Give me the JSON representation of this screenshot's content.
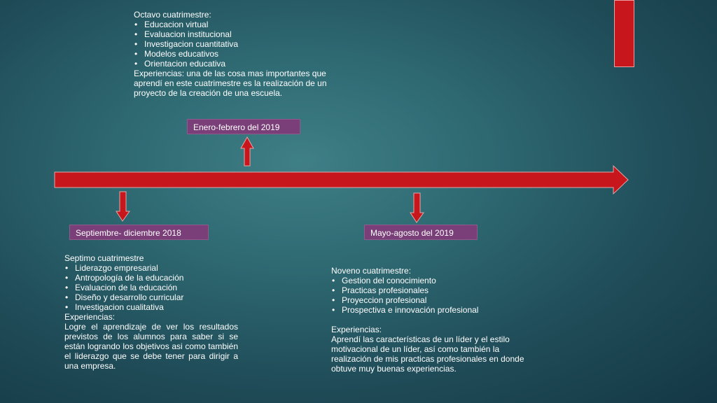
{
  "timeline": {
    "dates": {
      "top": "Enero-febrero del 2019",
      "left": "Septiembre- diciembre 2018",
      "right": "Mayo-agosto del 2019"
    }
  },
  "octavo": {
    "title": "Octavo cuatrimestre:",
    "items": [
      "Educacion virtual",
      "Evaluacion institucional",
      "Investigacion cuantitativa",
      "Modelos educativos",
      "Orientacion educativa"
    ],
    "experience_lines": [
      "Experiencias: una de las cosa mas importantes que",
      "aprendí en este cuatrimestre es la realización de un",
      "proyecto  de la creación de una escuela."
    ]
  },
  "septimo": {
    "title": "Septimo cuatrimestre",
    "items": [
      "Liderazgo empresarial",
      "Antropología de la educación",
      "Evaluacion de la educación",
      "Diseño y desarrollo curricular",
      "Investigacion cualitativa"
    ],
    "experience_label": "Experiencias:",
    "experience_text": "Logre el aprendizaje de ver los resultados previstos de los alumnos  para saber si se están logrando los objetivos asi como también el liderazgo que se debe tener para dirigir a una empresa."
  },
  "noveno": {
    "title": "Noveno  cuatrimestre:",
    "items": [
      "Gestion del conocimiento",
      "Practicas profesionales",
      "Proyeccion profesional",
      "Prospectiva e innovación profesional"
    ],
    "experience_label": "Experiencias:",
    "experience_lines": [
      "Aprendí las características de un líder y el estilo",
      "motivacional de un líder, así como también la",
      "realización de mis practicas profesionales en donde",
      "obtuve muy buenas experiencias."
    ]
  },
  "colors": {
    "accent_red": "#c8161d",
    "date_box": "#7a3f78"
  }
}
